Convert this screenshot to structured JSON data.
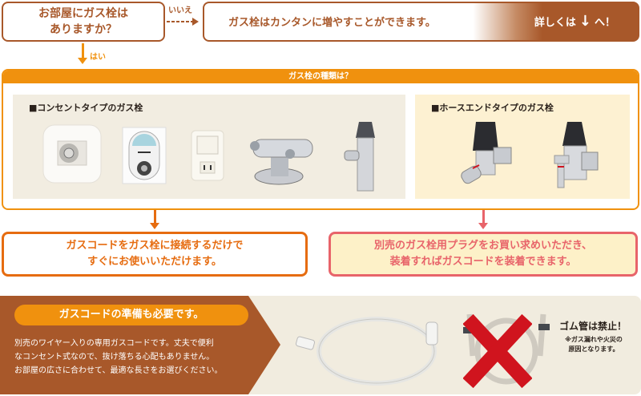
{
  "flow": {
    "question": [
      "お部屋にガス栓は",
      "ありますか？"
    ],
    "no_label": "いいえ",
    "no_answer": "ガス栓はカンタンに増やすことができます。",
    "detail_prefix": "詳しくは",
    "detail_icon": "down-arrow-icon",
    "detail_suffix": "へ！",
    "yes_label": "はい"
  },
  "types": {
    "header": "ガス栓の種類は？",
    "groups": [
      {
        "title": "■コンセントタイプのガス栓",
        "products": [
          "wall-outlet-square",
          "wall-outlet-oval",
          "wall-outlet-with-socket",
          "chrome-twin-valve",
          "chrome-valve-black-knob"
        ],
        "result": [
          "ガスコードをガス栓に接続するだけで",
          "すぐにお使いいただけます。"
        ]
      },
      {
        "title": "■ホースエンドタイプのガス栓",
        "products": [
          "hose-end-valve-horizontal",
          "hose-end-valve-vertical"
        ],
        "result": [
          "別売のガス栓用プラグをお買い求めいただき、",
          "装着すればガスコードを装着できます。"
        ]
      }
    ]
  },
  "cord": {
    "title": "ガスコードの準備も必要です。",
    "description": [
      "別売のワイヤー入りの専用ガスコードです。丈夫で便利",
      "なコンセント式なので、抜け落ちる心配もありません。",
      "お部屋の広さに合わせて、最適な長さをお選びください。"
    ],
    "ban_title": "ゴム管は禁止！",
    "ban_note": [
      "※ガス漏れや火災の",
      "原因となります。"
    ]
  },
  "colors": {
    "brown": "#a8582a",
    "orange": "#f0910e",
    "dark_orange": "#e66c10",
    "pink": "#e8646a",
    "red_x": "#d0141e",
    "beige": "#f2ede1",
    "cream": "#fdf1d2"
  }
}
